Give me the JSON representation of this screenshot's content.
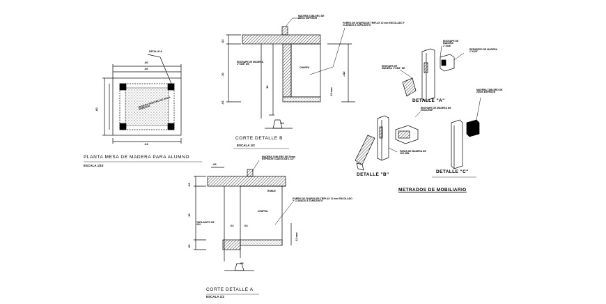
{
  "planta": {
    "title": "PLANTA MESA DE MADERA PARA ALUMNO",
    "scale": "ESCALA 1/10",
    "detail_callout": "DETALLE A",
    "inner_note": "MADERA TABLERO DE 20mm ESPESOR",
    "dims": [
      ".80",
      ".60",
      ".60",
      ".04"
    ]
  },
  "corte_b": {
    "title": "CORTE DETALLE B",
    "scale": "ESCALA 1/2",
    "notes": [
      "MADERA TABLERO DE 20mm ESPESOR",
      "FORRO DE CHAPEA DE TRIPLAY 12 mm ENCOLADO Y CLAVADO A TAPAJUNTO",
      "ENCHAPE DE MADERA 1\"X3/8\" DE",
      "CHAPEA"
    ],
    "dims": [
      ".02",
      ".10",
      ".12",
      ".112",
      "12 mm",
      ".02",
      ".02"
    ]
  },
  "corte_a": {
    "title": "CORTE DETALLE A",
    "scale": "ESCALA 1/2",
    "notes": [
      "MADERA TABLERO DE 20mm ESPESOR CLAVOS DE 1 1/2\"",
      "ROBLE",
      "FORRO DE CHAPEA DE TRIPLAY 12 mm ENCOLADO Y CLAVADO A TAPAJUNTO",
      "CHAPEA",
      "TAPAJUNTO DE 2X2"
    ],
    "dims": [
      ".03",
      ".02",
      ".10",
      ".02",
      ".04",
      ".02",
      "12 mm",
      ".03"
    ]
  },
  "metrados": {
    "title": "METRADOS DE MOBILIARIO",
    "detalle_a": "DETALLE \"A\"",
    "detalle_b": "DETALLE \"B\"",
    "detalle_c": "DETALLE \"C\"",
    "notes": [
      "ENCHAPE DE MADERA 1\"X3/8\"",
      "ENCHAPE DE MADERA 1\"X3/8\" DE",
      "REFUERZO DE MADERA 1\"X3/8\"",
      "MADERA TABLERO DE 20mm ESPESOR",
      "ENCHAPE DE MADERA DE 20mm ESP.",
      "PATAS DE MADERA DE 2X2 MIN."
    ]
  }
}
